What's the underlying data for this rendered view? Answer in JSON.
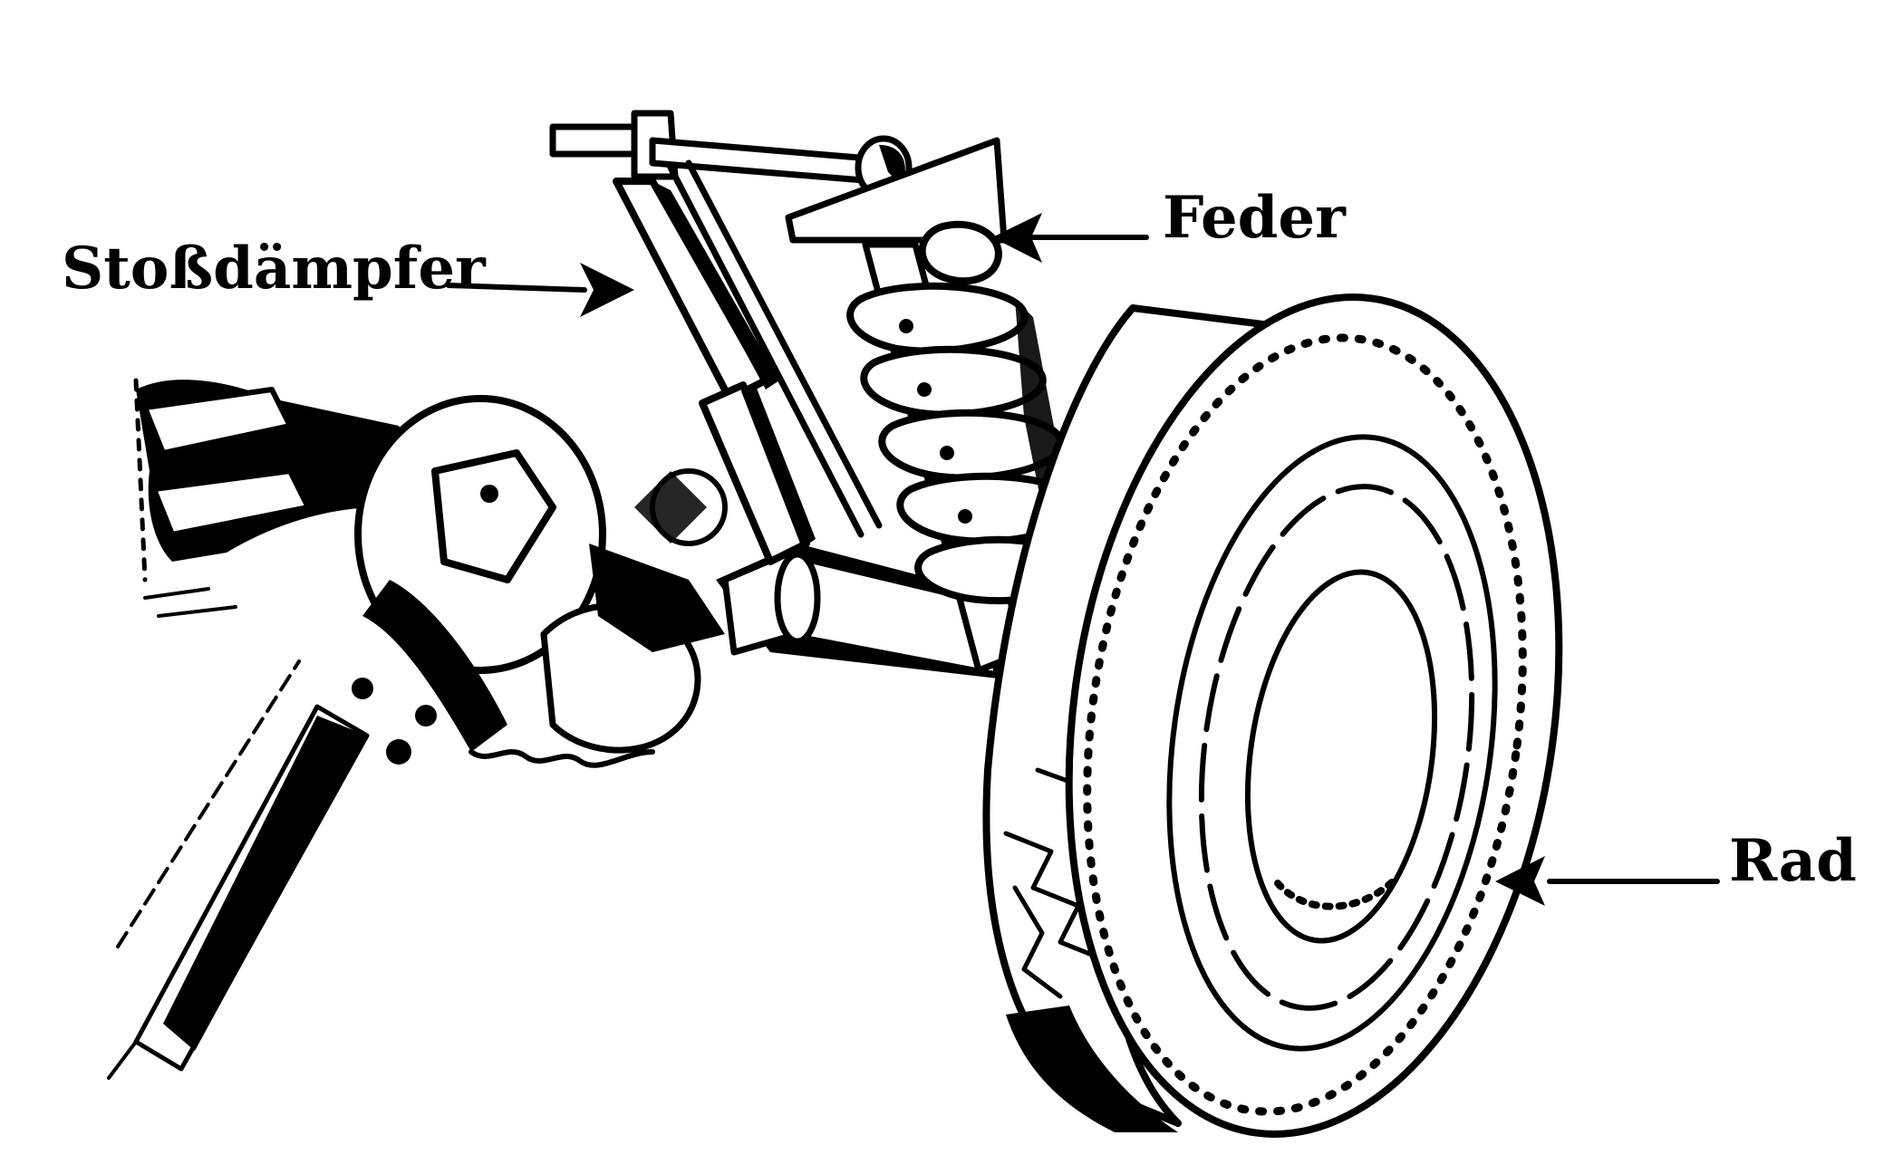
{
  "labels": {
    "shock_absorber": "Stoßdämpfer",
    "spring": "Feder",
    "wheel": "Rad"
  },
  "colors": {
    "ink": "#000000",
    "paper": "#ffffff"
  }
}
